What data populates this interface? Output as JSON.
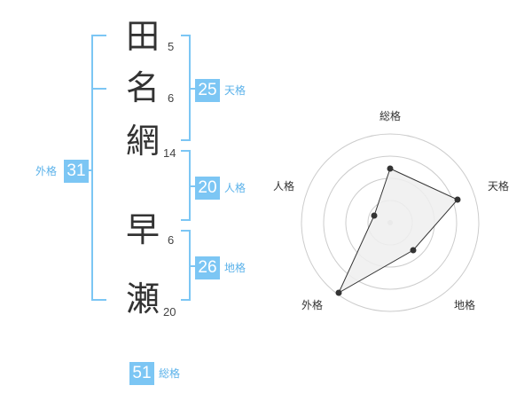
{
  "name": {
    "surname": [
      {
        "char": "田",
        "strokes": "5"
      },
      {
        "char": "名",
        "strokes": "6"
      },
      {
        "char": "網",
        "strokes": "14"
      }
    ],
    "given": [
      {
        "char": "早",
        "strokes": "6"
      },
      {
        "char": "瀬",
        "strokes": "20"
      }
    ]
  },
  "kakusu": {
    "ten": {
      "value": "25",
      "label": "天格"
    },
    "jin": {
      "value": "20",
      "label": "人格"
    },
    "chi": {
      "value": "26",
      "label": "地格"
    },
    "gai": {
      "value": "31",
      "label": "外格"
    },
    "sou": {
      "value": "51",
      "label": "総格"
    }
  },
  "radar": {
    "labels": {
      "top": "総格",
      "right": "天格",
      "bottom_right": "地格",
      "bottom_left": "外格",
      "left": "人格"
    },
    "colors": {
      "bracket": "#7cc6f4",
      "badge": "#7cc6f4",
      "grid": "#cccccc",
      "fill": "#eeeeee",
      "line": "#333333"
    }
  }
}
